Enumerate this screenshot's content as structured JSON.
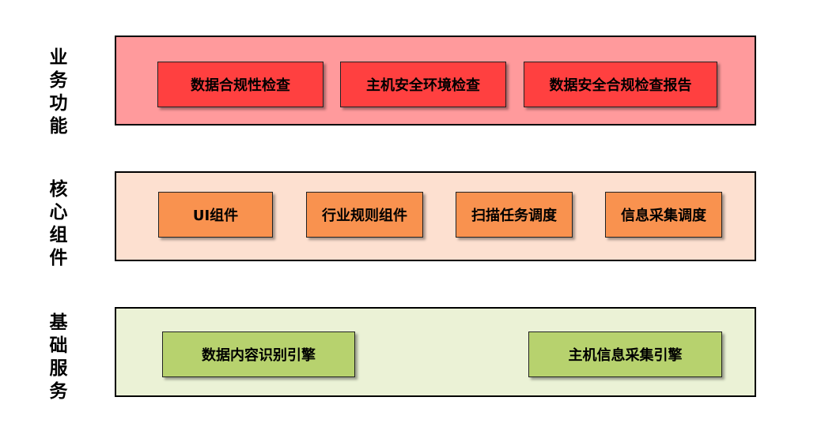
{
  "colors": {
    "business_panel": "#ff9a9c",
    "business_box": "#ff4040",
    "core_panel": "#fde0d0",
    "core_box": "#f9924f",
    "base_panel": "#ebf2d6",
    "base_box": "#b7d26e"
  },
  "layers": {
    "business": {
      "label": [
        "业",
        "务",
        "功",
        "能"
      ],
      "modules": [
        "数据合规性检查",
        "主机安全环境检查",
        "数据安全合规检查报告"
      ]
    },
    "core": {
      "label": [
        "核",
        "心",
        "组",
        "件"
      ],
      "modules": [
        "UI组件",
        "行业规则组件",
        "扫描任务调度",
        "信息采集调度"
      ]
    },
    "base": {
      "label": [
        "基",
        "础",
        "服",
        "务"
      ],
      "modules": [
        "数据内容识别引擎",
        "主机信息采集引擎"
      ]
    }
  }
}
